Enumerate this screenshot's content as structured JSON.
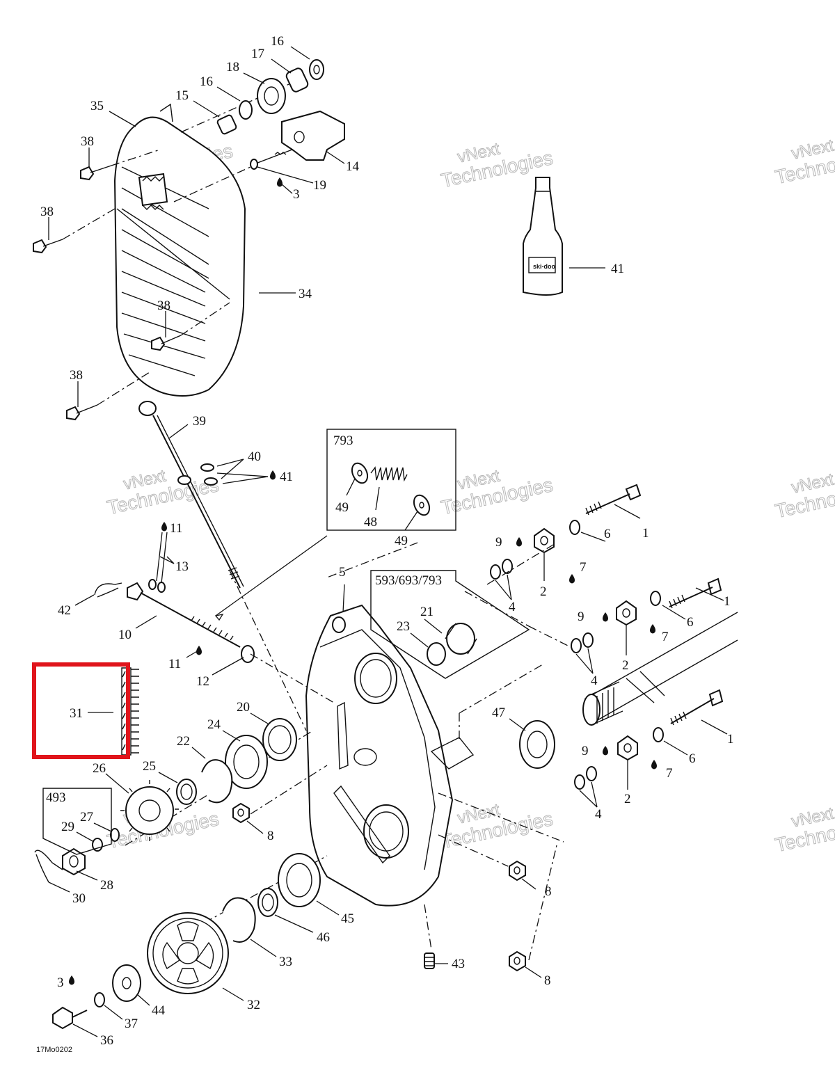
{
  "figure_code": "17Mo0202",
  "watermark": {
    "line1": "vNext",
    "line2": "Technologies"
  },
  "kit_boxes": [
    {
      "label": "793"
    },
    {
      "label": "593/693/793"
    },
    {
      "label": "493"
    }
  ],
  "callouts": [
    "16",
    "17",
    "18",
    "16",
    "15",
    "35",
    "38",
    "14",
    "19",
    "3",
    "38",
    "34",
    "38",
    "38",
    "39",
    "40",
    "41",
    "41",
    "11",
    "13",
    "42",
    "10",
    "11",
    "12",
    "5",
    "49",
    "48",
    "49",
    "9",
    "6",
    "7",
    "2",
    "4",
    "1",
    "9",
    "6",
    "7",
    "2",
    "4",
    "1",
    "21",
    "23",
    "47",
    "9",
    "6",
    "7",
    "2",
    "4",
    "1",
    "31",
    "20",
    "24",
    "22",
    "26",
    "25",
    "27",
    "29",
    "28",
    "30",
    "8",
    "8",
    "45",
    "46",
    "33",
    "43",
    "8",
    "32",
    "3",
    "44",
    "37",
    "36"
  ],
  "highlight": {
    "label": "31",
    "color": "#e0141b"
  },
  "colors": {
    "ink": "#111111",
    "paper": "#ffffff",
    "watermark": "#9a9a9a",
    "highlight": "#e0141b"
  },
  "bottle_label": "ski-doo"
}
